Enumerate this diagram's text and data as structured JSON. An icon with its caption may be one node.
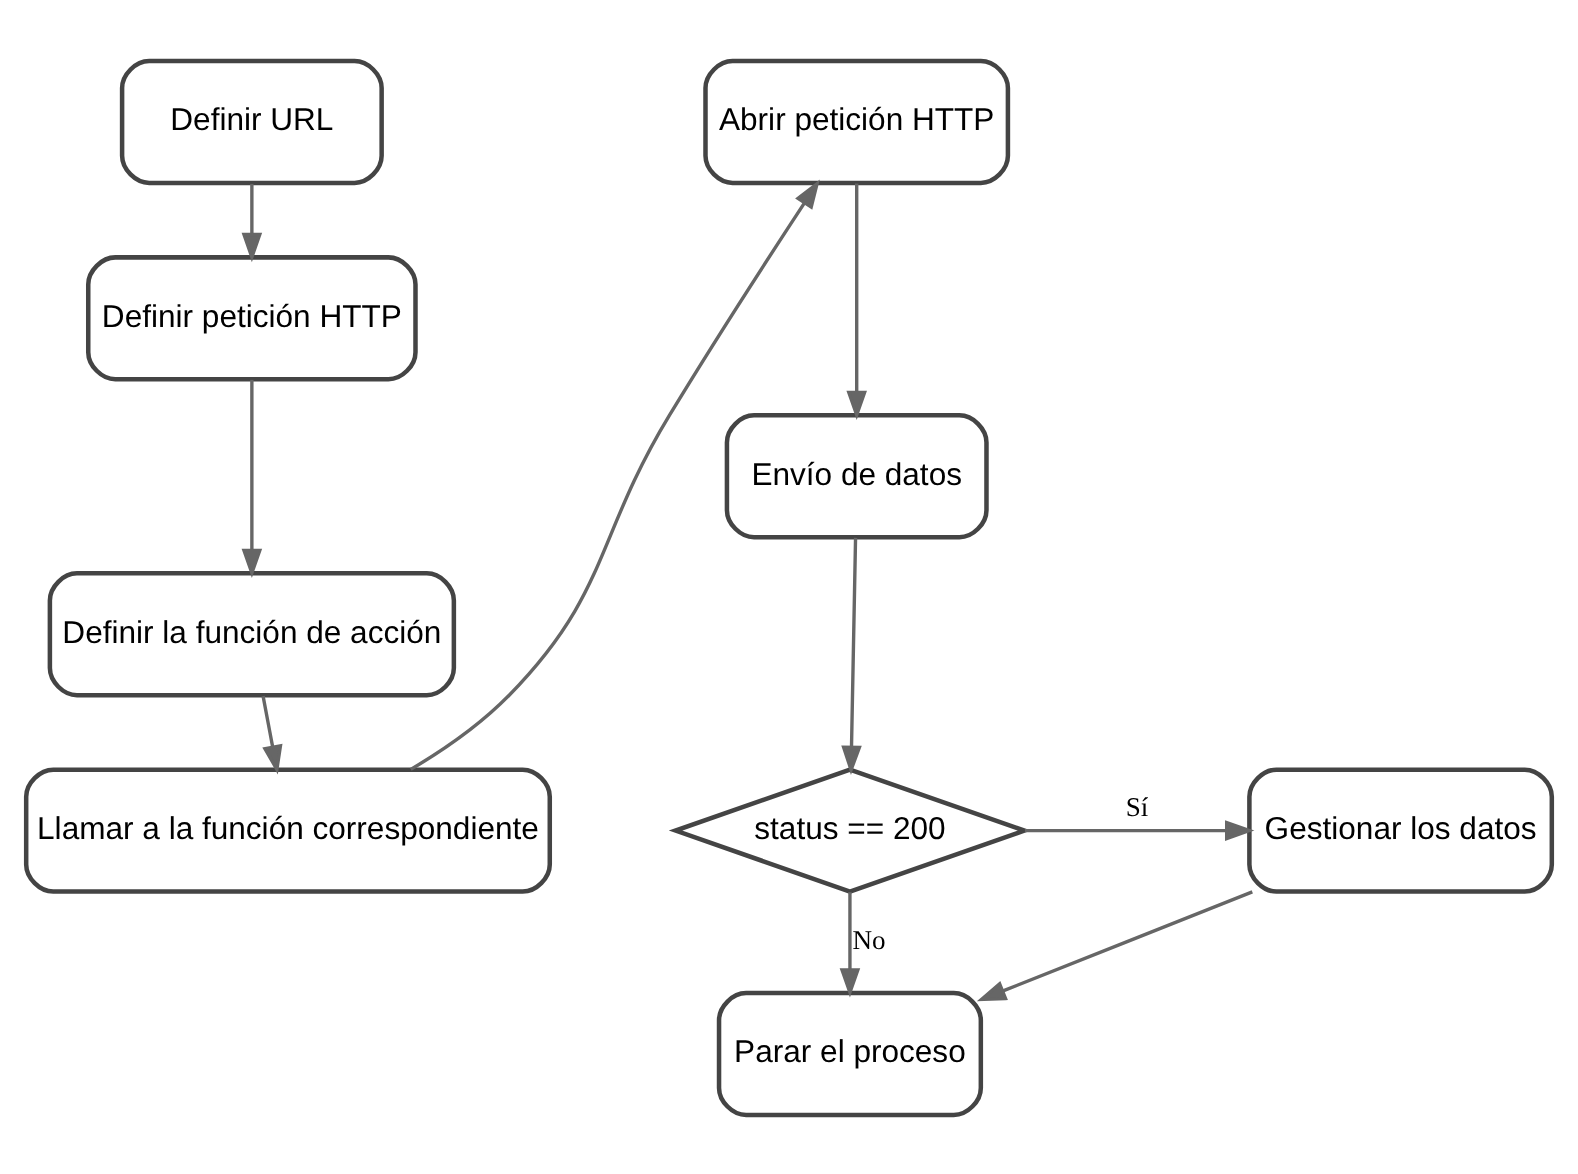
{
  "diagram": {
    "nodes": [
      {
        "text": [
          "Definir URL"
        ]
      },
      {
        "text": [
          "Definir petición HTTP"
        ]
      },
      {
        "text": [
          "Definir la función de acción"
        ]
      },
      {
        "text": [
          "Llamar a la función correspondiente"
        ]
      },
      {
        "text": [
          "Abrir petición HTTP"
        ]
      },
      {
        "text": [
          "Envío de datos"
        ]
      },
      {
        "text": [
          "status == 200"
        ]
      },
      {
        "text": [
          "Gestionar los datos"
        ]
      },
      {
        "text": [
          "Parar el proceso"
        ]
      }
    ],
    "edges": [
      {
        "from": 0,
        "to": 1,
        "arrow": "to"
      },
      {
        "from": 1,
        "to": 2,
        "arrow": "to"
      },
      {
        "from": 2,
        "to": 3,
        "arrow": "to"
      },
      {
        "from": 3,
        "to": 4,
        "arrow": "to"
      },
      {
        "from": 4,
        "to": 5,
        "arrow": "to"
      },
      {
        "from": 5,
        "to": 6,
        "arrow": "to"
      },
      {
        "from": 6,
        "to": 7,
        "arrow": "to",
        "label": "Sí"
      },
      {
        "from": 6,
        "to": 8,
        "arrow": "to",
        "label": "No"
      },
      {
        "from": 7,
        "to": 8,
        "arrow": "to"
      }
    ]
  }
}
